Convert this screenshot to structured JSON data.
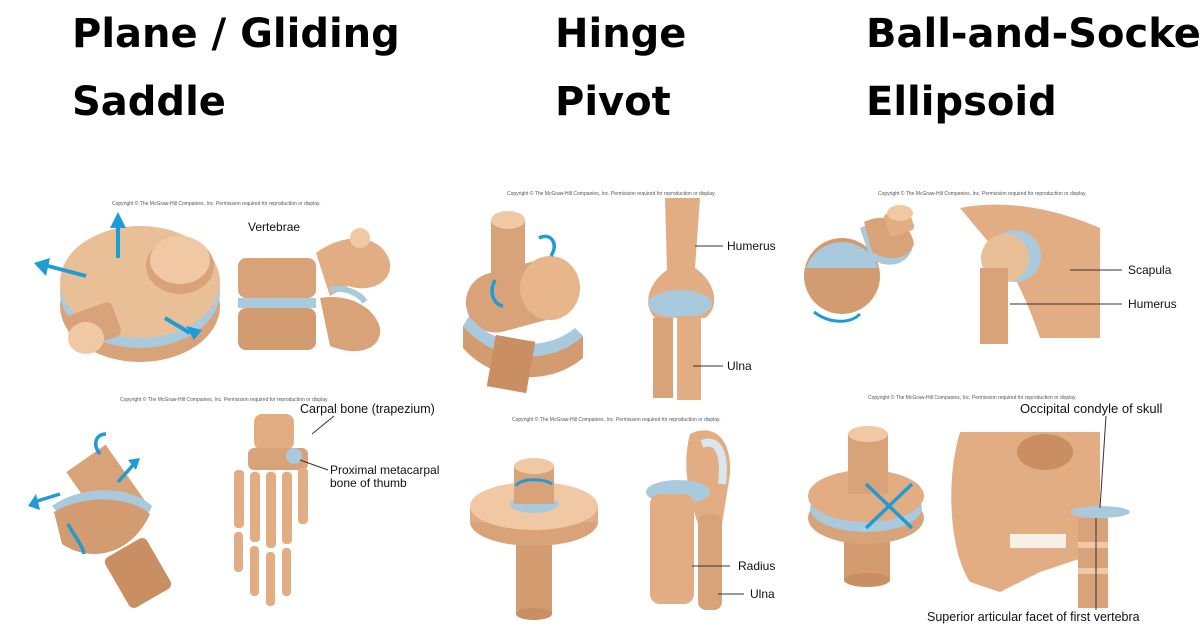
{
  "titles": {
    "plane": "Plane / Gliding",
    "hinge": "Hinge",
    "ball": "Ball-and-Socket",
    "saddle": "Saddle",
    "pivot": "Pivot",
    "ellipsoid": "Ellipsoid"
  },
  "copyright": "Copyright © The McGraw-Hill Companies, Inc. Permission required for reproduction or display.",
  "panels": {
    "plane": {
      "labels": [
        "Vertebrae"
      ]
    },
    "hinge": {
      "labels": [
        "Humerus",
        "Ulna"
      ]
    },
    "ball": {
      "labels": [
        "Scapula",
        "Humerus"
      ]
    },
    "saddle": {
      "labels": [
        "Carpal bone (trapezium)",
        "Proximal metacarpal bone of thumb"
      ]
    },
    "pivot": {
      "labels": [
        "Radius",
        "Ulna"
      ]
    },
    "ellipsoid": {
      "labels": [
        "Occipital condyle of skull",
        "Superior articular facet of first vertebra"
      ]
    }
  },
  "colors": {
    "bone_light": "#f0c9a4",
    "bone": "#d9a37a",
    "bone_dark": "#b9804f",
    "cartilage": "#a9c9dd",
    "arrow": "#1f9bd6"
  }
}
